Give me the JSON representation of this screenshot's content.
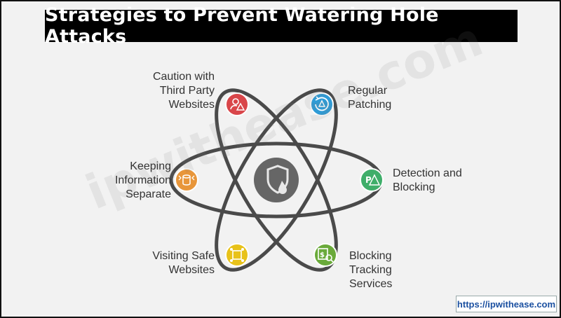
{
  "title": "Strategies to Prevent Watering Hole Attacks",
  "watermark": "ipwithease.com",
  "url": "https://ipwithease.com",
  "colors": {
    "orbit": "#4a4a4a",
    "center": "#666666",
    "caution": "#d9464a",
    "patching": "#2e9bd6",
    "detection": "#3fae6a",
    "tracking": "#6aaa3a",
    "safe": "#e8c21a",
    "separate": "#e8963a"
  },
  "nodes": [
    {
      "id": "caution",
      "label_lines": [
        "Caution with",
        "Third Party",
        "Websites"
      ],
      "icon": "user-warning-icon"
    },
    {
      "id": "patching",
      "label_lines": [
        "Regular",
        "Patching"
      ],
      "icon": "refresh-warning-icon"
    },
    {
      "id": "detection",
      "label_lines": [
        "Detection and",
        "Blocking"
      ],
      "icon": "parking-warning-icon"
    },
    {
      "id": "tracking",
      "label_lines": [
        "Blocking",
        "Tracking",
        "Services"
      ],
      "icon": "money-search-icon"
    },
    {
      "id": "safe",
      "label_lines": [
        "Visiting Safe",
        "Websites"
      ],
      "icon": "network-icon"
    },
    {
      "id": "separate",
      "label_lines": [
        "Keeping",
        "Information",
        "Separate"
      ],
      "icon": "database-arrows-icon"
    }
  ],
  "center_icon": "shield-drop-icon"
}
